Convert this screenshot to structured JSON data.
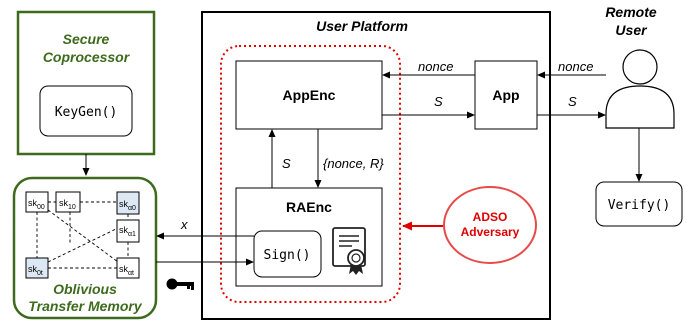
{
  "secure_coprocessor": {
    "title_line1": "Secure",
    "title_line2": "Coprocessor",
    "function": "KeyGen()"
  },
  "user_platform": {
    "title": "User Platform",
    "app_enc": "AppEnc",
    "app": "App",
    "ra_enc": "RAEnc",
    "sign": "Sign()"
  },
  "remote_user": {
    "title_line1": "Remote",
    "title_line2": "User",
    "verify": "Verify()"
  },
  "adversary": {
    "line1": "ADSO",
    "line2": "Adversary"
  },
  "otm": {
    "title_line1": "Oblivious",
    "title_line2": "Transfer Memory",
    "keys": [
      {
        "base": "sk",
        "sub": "00"
      },
      {
        "base": "sk",
        "sub": "10"
      },
      {
        "base": "sk",
        "sub": "α0"
      },
      {
        "base": "sk",
        "sub": "α1"
      },
      {
        "base": "sk",
        "sub": "0t"
      },
      {
        "base": "sk",
        "sub": "αt"
      }
    ]
  },
  "arrow_labels": {
    "nonce_app_to_appenc": "nonce",
    "nonce_user_to_app": "nonce",
    "s_appenc_to_app": "S",
    "s_app_to_user": "S",
    "s_raenc_to_appenc": "S",
    "nonce_r": "{nonce, R}",
    "x": "x"
  },
  "colors": {
    "green": "#3d6b1e",
    "red_dotted": "#e00000",
    "adversary_red": "#e84a4a",
    "key_fill": "#dce8f4"
  }
}
